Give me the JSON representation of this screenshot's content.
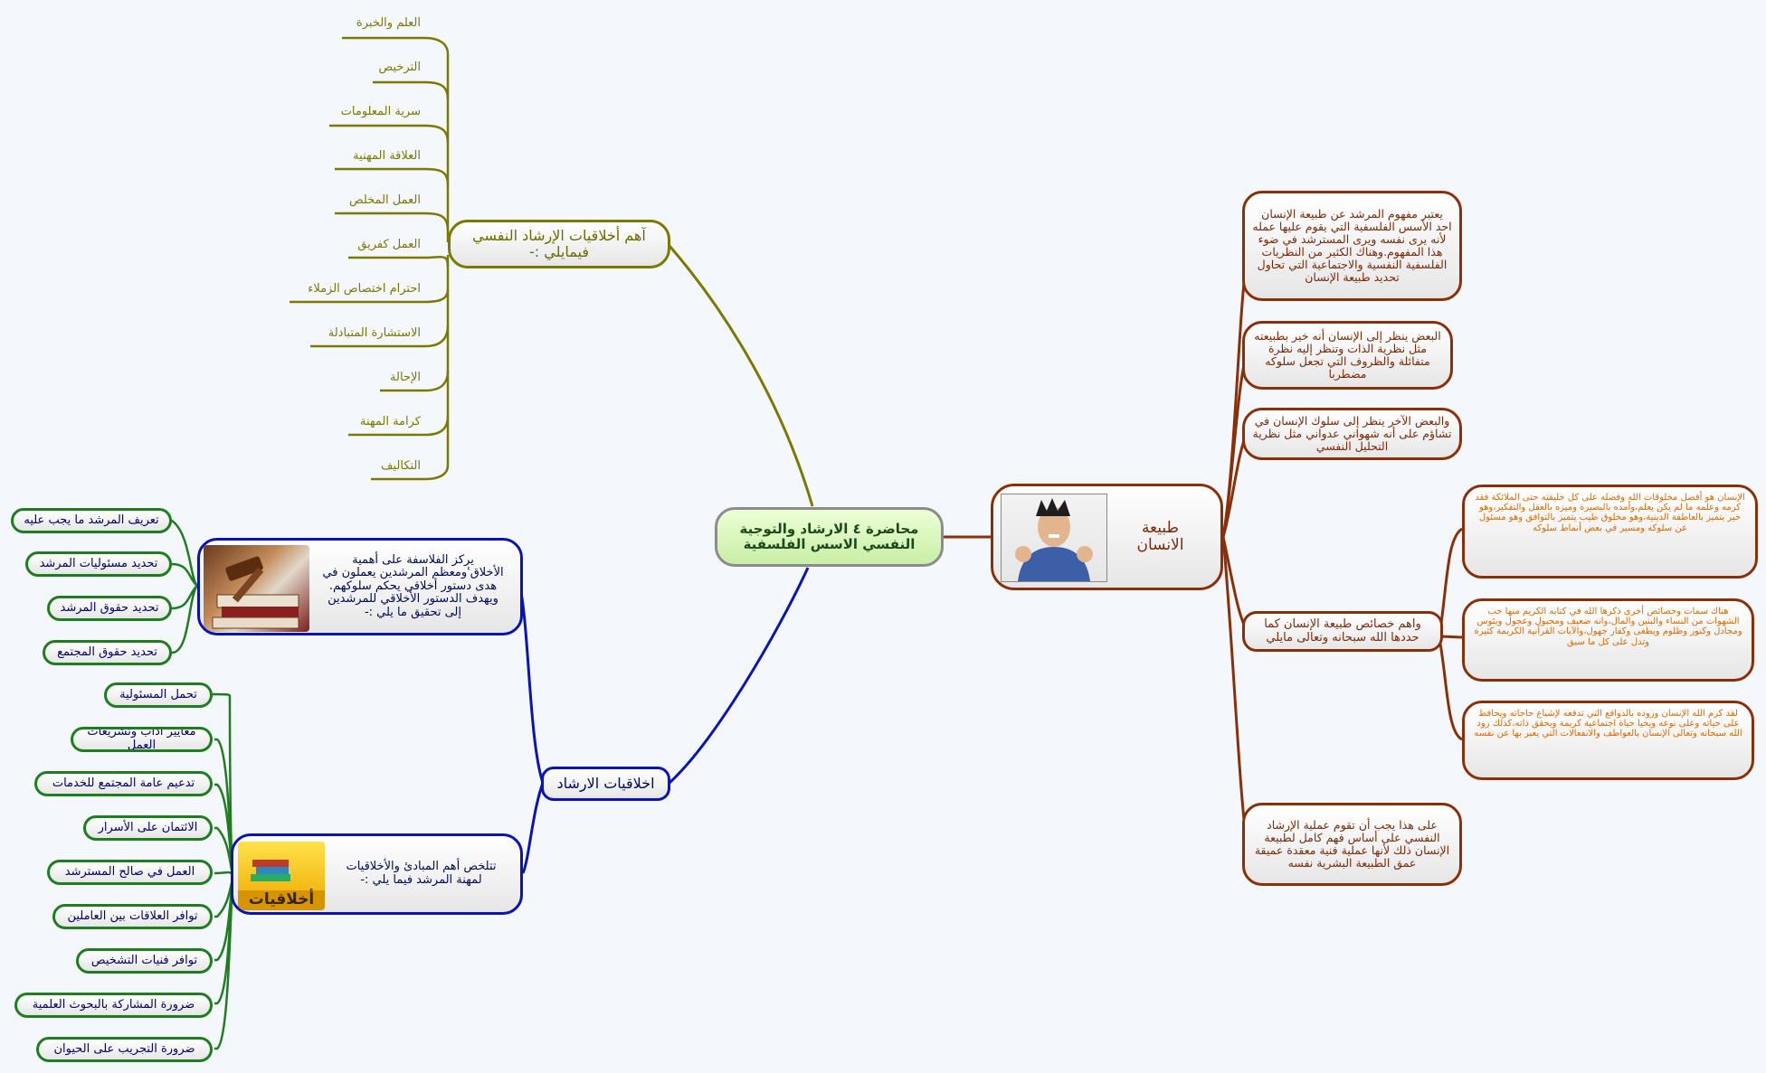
{
  "root": {
    "title": "محاضرة ٤ الارشاد والتوجية النفسي الاسس الفلسفية"
  },
  "ethics_main": {
    "title": "آهم أخلاقيات الإرشاد النفسي فيمايلي :-",
    "items": [
      "العلم والخبرة",
      "الترخيص",
      "سرية المعلومات",
      "العلاقة المهنية",
      "العمل المخلص",
      "العمل كفريق",
      "احترام اختصاص الزملاء",
      "الاستشارة المتبادلة",
      "الإحالة",
      "كرامة المهنة",
      "التكاليف"
    ]
  },
  "guidance": {
    "title": "اخلاقيات الارشاد",
    "philosophy": {
      "text": "يركز الفلاسفة على أهمية الأخلاق'ومعظم المرشدين يعملون في هدى دستور أخلاقي يحكم سلوكهم. ويهدف الدستور الأخلاقي للمرشدين إلى تحقيق ما يلي :-",
      "items": [
        "تعريف المرشد ما يجب عليه",
        "تحديد مسئوليات المرشد",
        "تحديد حقوق المرشد",
        "تحديد حقوق المجتمع"
      ]
    },
    "principles": {
      "text": "تتلخص أهم المبادئ والأخلاقيات لمهنة المرشد فيما يلي :-",
      "image_label": "أخلاقيات",
      "items": [
        "تحمل المسئولية",
        "معايير آداب وتشريعات العمل",
        "تدعيم عامة المجتمع للخدمات",
        "الائتمان على الأسرار",
        "العمل في صالح المسترشد",
        "توافر العلاقات بين العاملين",
        "توافر فنيات التشخيص",
        "ضرورة المشاركة بالبحوث العلمية",
        "ضرورة التجريب على الحيوان"
      ]
    }
  },
  "human_nature": {
    "title": "طبيعة الانسان",
    "items": [
      "يعتبر مفهوم المرشد عن طبيعة الإنسان احد الأسس الفلسفية التي يقوم عليها عمله لأنه يرى نفسه ويرى المسترشد في ضوء هذا المفهوم.وهناك الكثير من النظريات الفلسفية النفسية والاجتماعية التي تحاول تحديد طبيعة الإنسان",
      "البعض ينظر إلى الإنسان أنه خير بطبيعته مثل نظرية الذات وتنظر إليه نظرة متفائلة والظروف التي تجعل سلوكه مضطربا",
      "والبعض الآخر ينظر إلى سلوك الإنسان في تشاؤم على أنه شهواني عدواني مثل نظرية التحليل النفسي",
      "على هذا يجب أن تقوم عملية الإرشاد النفسي على أساس فهم كامل لطبيعة الإنسان ذلك لأنها عملية فنية معقدة عميقة عمق الطبيعة البشرية نفسه"
    ],
    "characteristics": {
      "title": "واهم خصائص طبيعة الإنسان كما حددها الله سبحانه وتعالى مايلي",
      "items": [
        "الإنسان هو أفضل مخلوقات الله وفضله على كل خليقته حتى الملائكة فقد كرمه وعلمه ما لم يكن يعلم،وأمده بالبصيرة وميزه بالعقل والتفكير،وهو خير يتميز بالعاطفة الدينية،وهو مخلوق طيب يتميز بالتوافق وهو مسئول عن سلوكه ومسير في بعض أنماط سلوكه",
        "هناك سمات وخصائص أخرى ذكرها الله في كتابه الكريم منها حب الشهوات من النساء والبنين والمال،وانه ضعيف ومجبول وعجول ويئوس ومجادل وكنور وظلوم ويطغى وكفار جهول،والآيات القرآنية الكريمة كثيرة وتدل على كل ما سبق",
        "لقد كرم الله الإنسان وزوده بالدوافع التي تدفعه لإشباع حاجاته ويحافظ على حياته وعلى نوعه ويحيا حياة اجتماعية كريمة ويحقق ذاته،كذلك زود الله سبحانه وتعالى الإنسان بالعواطف والانفعالات التي يعبر بها عن نفسه"
      ]
    }
  },
  "colors": {
    "olive": "#7a7a00",
    "brown": "#8a3008",
    "blue": "#0a14b4",
    "green": "#1e7d1e",
    "root_border": "#8c8c8c",
    "orange_text": "#e06a00"
  }
}
